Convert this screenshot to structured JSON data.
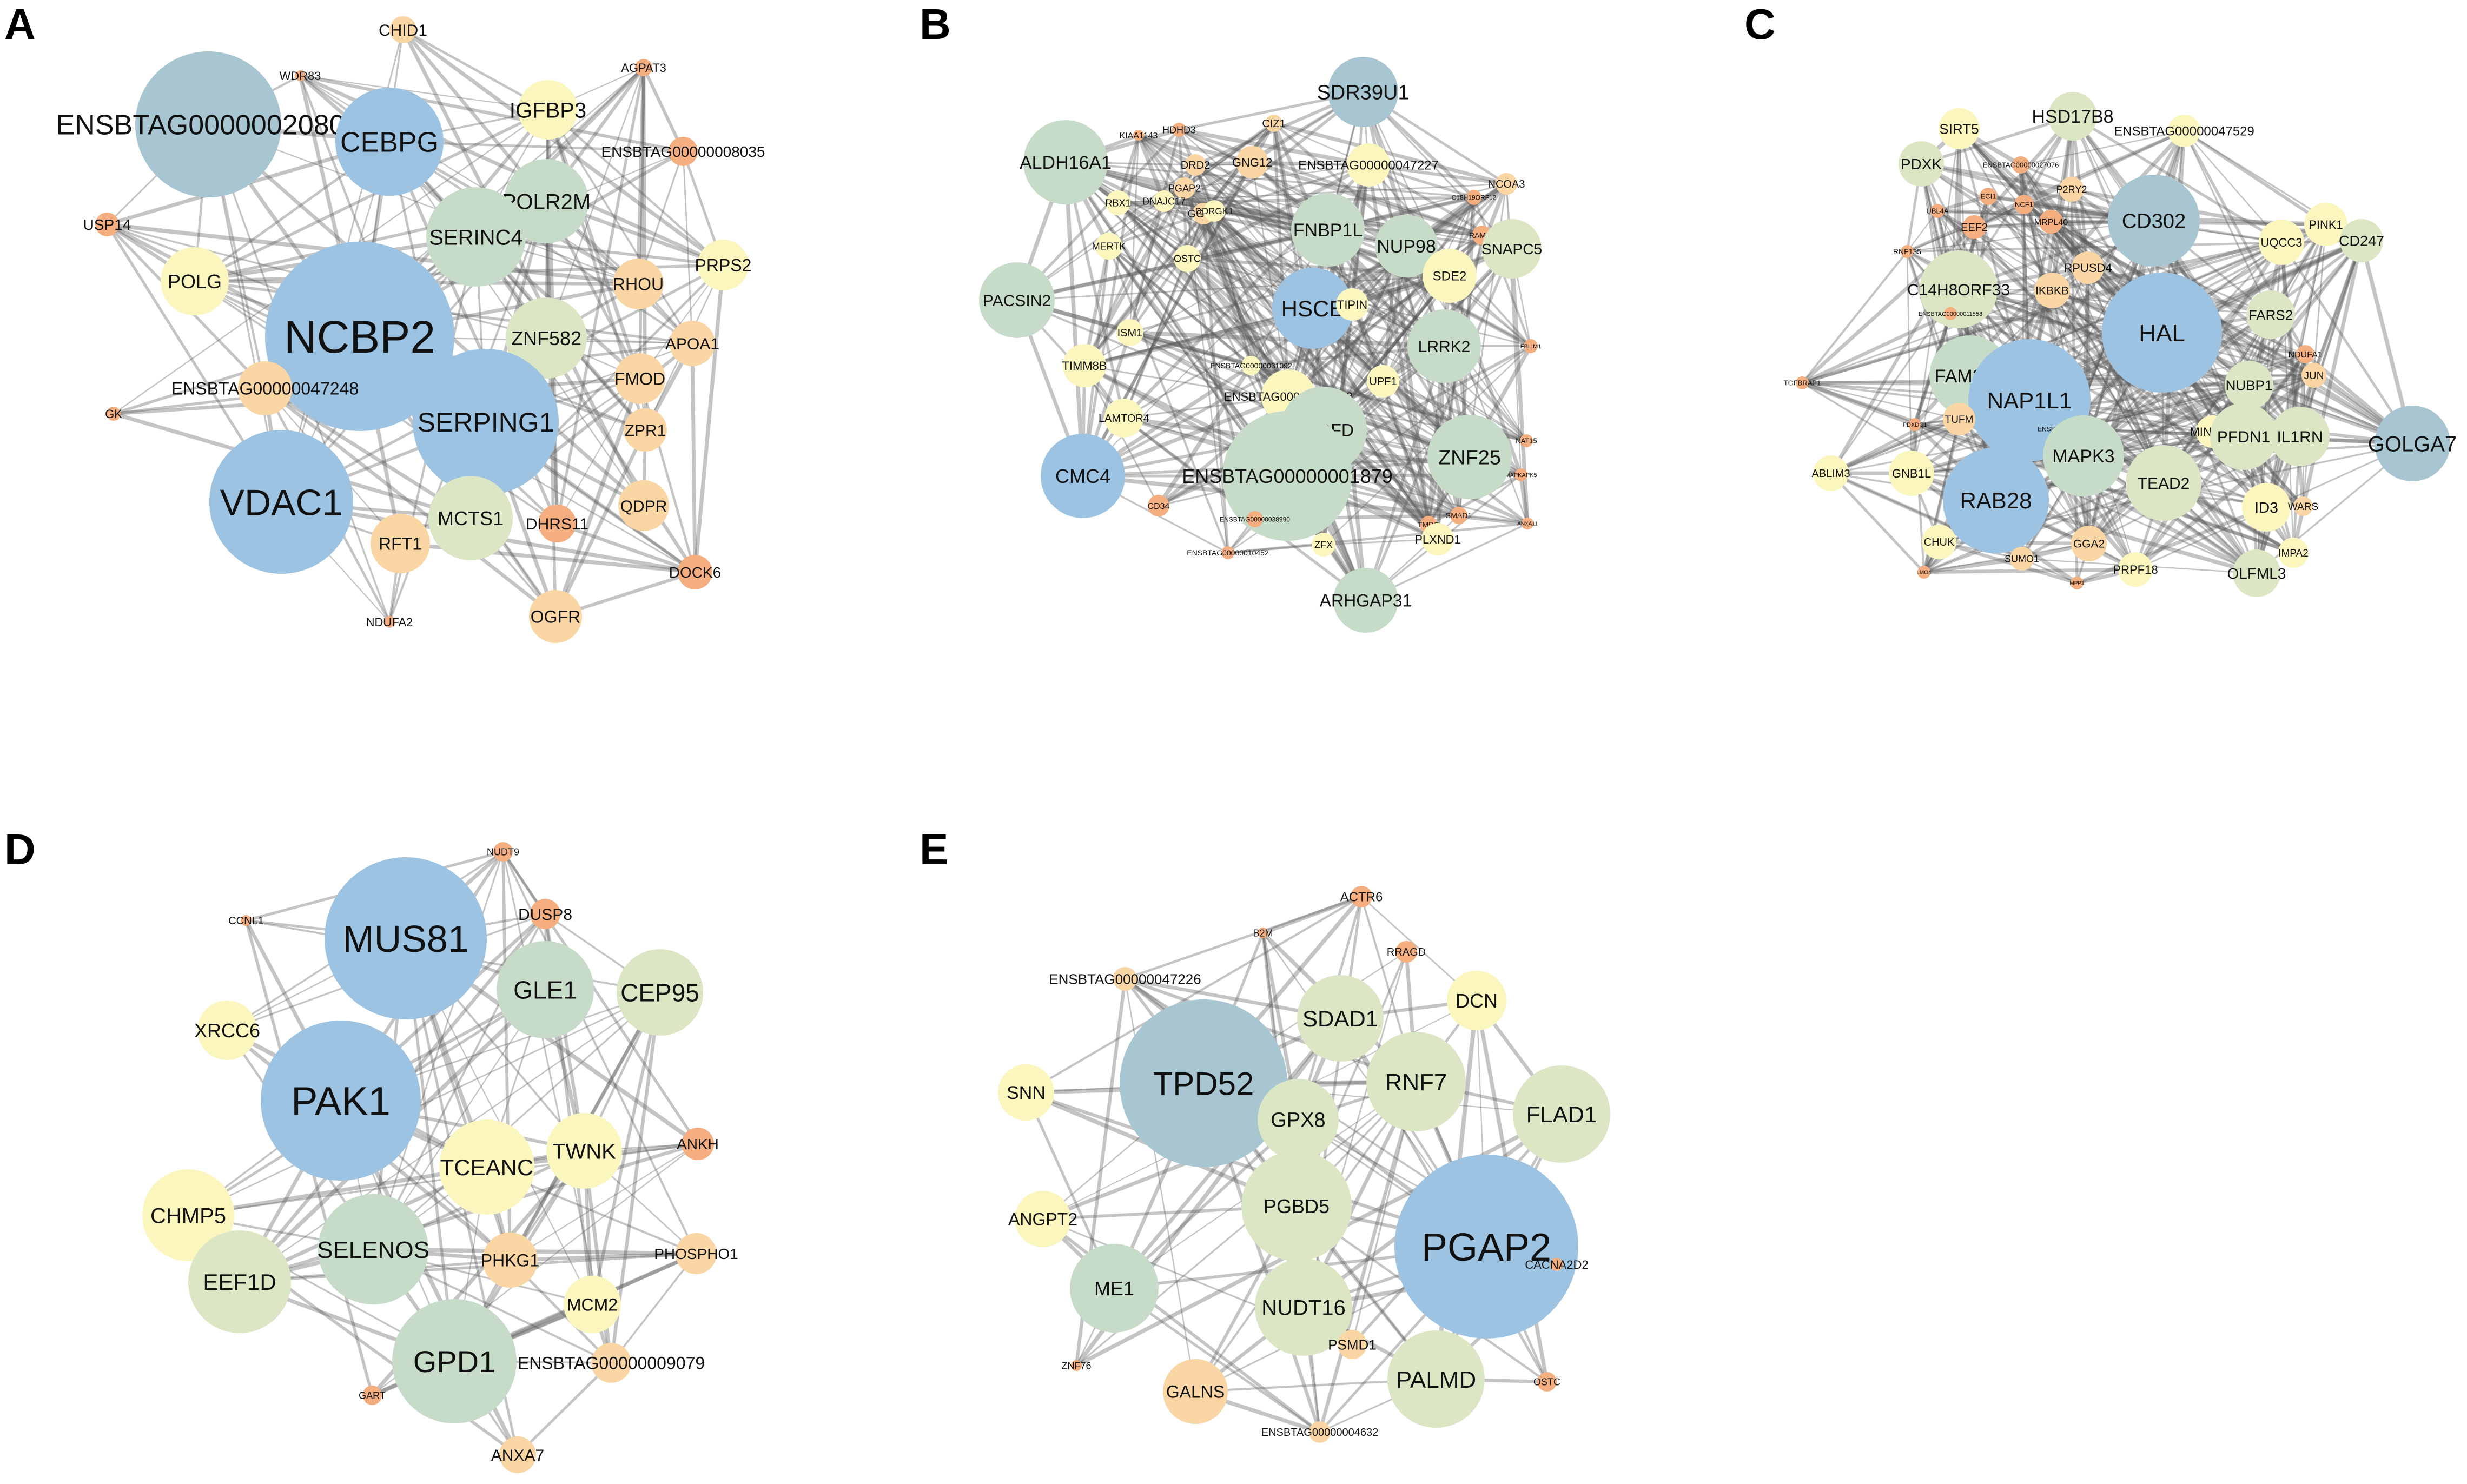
{
  "colors": {
    "blue": "#9dc3e2",
    "slate": "#a8c6d1",
    "sage": "#c7dcc8",
    "green": "#dbe6c4",
    "yellow": "#faf6be",
    "peach": "#fad6a5",
    "orange": "#f4ae7f",
    "edge": "#555555"
  },
  "panels": [
    {
      "id": "A",
      "letter": "A",
      "nodes": [
        {
          "label": "CHID1",
          "c": "peach"
        },
        {
          "label": "WDR83",
          "c": "orange"
        },
        {
          "label": "AGPAT3",
          "c": "orange"
        },
        {
          "label": "ENSBTAG00000020803",
          "c": "slate"
        },
        {
          "label": "CEBPG",
          "c": "blue"
        },
        {
          "label": "IGFBP3",
          "c": "yellow"
        },
        {
          "label": "ENSBTAG00000008035",
          "c": "orange"
        },
        {
          "label": "POLR2M",
          "c": "sage"
        },
        {
          "label": "USP14",
          "c": "orange"
        },
        {
          "label": "SERINC4",
          "c": "sage"
        },
        {
          "label": "PRPS2",
          "c": "yellow"
        },
        {
          "label": "POLG",
          "c": "yellow"
        },
        {
          "label": "RHOU",
          "c": "peach"
        },
        {
          "label": "NCBP2",
          "c": "blue"
        },
        {
          "label": "ZNF582",
          "c": "green"
        },
        {
          "label": "APOA1",
          "c": "peach"
        },
        {
          "label": "ENSBTAG00000047248",
          "c": "peach"
        },
        {
          "label": "FMOD",
          "c": "peach"
        },
        {
          "label": "GK",
          "c": "orange"
        },
        {
          "label": "SERPING1",
          "c": "blue"
        },
        {
          "label": "ZPR1",
          "c": "peach"
        },
        {
          "label": "VDAC1",
          "c": "blue"
        },
        {
          "label": "QDPR",
          "c": "peach"
        },
        {
          "label": "MCTS1",
          "c": "green"
        },
        {
          "label": "DHRS11",
          "c": "orange"
        },
        {
          "label": "RFT1",
          "c": "peach"
        },
        {
          "label": "DOCK6",
          "c": "orange"
        },
        {
          "label": "OGFR",
          "c": "peach"
        },
        {
          "label": "NDUFA2",
          "c": "orange"
        }
      ]
    },
    {
      "id": "B",
      "letter": "B",
      "nodes": [
        {
          "label": "SDR39U1",
          "c": "slate"
        },
        {
          "label": "KIAA1143",
          "c": "orange"
        },
        {
          "label": "HDHD3",
          "c": "orange"
        },
        {
          "label": "CIZ1",
          "c": "peach"
        },
        {
          "label": "ALDH16A1",
          "c": "sage"
        },
        {
          "label": "DRD2",
          "c": "peach"
        },
        {
          "label": "GNG12",
          "c": "peach"
        },
        {
          "label": "ENSBTAG00000047227",
          "c": "yellow"
        },
        {
          "label": "NCOA3",
          "c": "peach"
        },
        {
          "label": "PGAP2",
          "c": "peach"
        },
        {
          "label": "GGCX",
          "c": "peach"
        },
        {
          "label": "C18H19ORF12",
          "c": "orange"
        },
        {
          "label": "FNBP1L",
          "c": "sage"
        },
        {
          "label": "RBX1",
          "c": "yellow"
        },
        {
          "label": "DNAJC17",
          "c": "yellow"
        },
        {
          "label": "DDRGK1",
          "c": "yellow"
        },
        {
          "label": "RAMP3",
          "c": "orange"
        },
        {
          "label": "SNAPC5",
          "c": "green"
        },
        {
          "label": "AGRN",
          "c": "orange"
        },
        {
          "label": "NUP98",
          "c": "sage"
        },
        {
          "label": "SDE2",
          "c": "yellow"
        },
        {
          "label": "PACSIN2",
          "c": "sage"
        },
        {
          "label": "MERTK",
          "c": "yellow"
        },
        {
          "label": "OSTC",
          "c": "yellow"
        },
        {
          "label": "HSCB",
          "c": "blue"
        },
        {
          "label": "ISM1",
          "c": "yellow"
        },
        {
          "label": "TIPIN",
          "c": "yellow"
        },
        {
          "label": "LRRK2",
          "c": "sage"
        },
        {
          "label": "FBLIM1",
          "c": "orange"
        },
        {
          "label": "TIMM8B",
          "c": "yellow"
        },
        {
          "label": "ENSBTAG00000031092",
          "c": "yellow"
        },
        {
          "label": "UPF1",
          "c": "yellow"
        },
        {
          "label": "ENSBTAG00000000483",
          "c": "yellow"
        },
        {
          "label": "NAT15",
          "c": "orange"
        },
        {
          "label": "LAMTOR4",
          "c": "yellow"
        },
        {
          "label": "PDGFD",
          "c": "sage"
        },
        {
          "label": "MAPKAPK5",
          "c": "orange"
        },
        {
          "label": "ZNF25",
          "c": "sage"
        },
        {
          "label": "CMC4",
          "c": "blue"
        },
        {
          "label": "ENSBTAG00000001879",
          "c": "sage"
        },
        {
          "label": "ANXA11",
          "c": "orange"
        },
        {
          "label": "CD34",
          "c": "orange"
        },
        {
          "label": "ENSBTAG00000038990",
          "c": "orange"
        },
        {
          "label": "TMPO",
          "c": "orange"
        },
        {
          "label": "SMAD1",
          "c": "orange"
        },
        {
          "label": "ENSBTAG00000010452",
          "c": "orange"
        },
        {
          "label": "ZFX",
          "c": "yellow"
        },
        {
          "label": "PLXND1",
          "c": "yellow"
        },
        {
          "label": "ARHGAP31",
          "c": "sage"
        }
      ]
    },
    {
      "id": "C",
      "letter": "C",
      "nodes": [
        {
          "label": "HSD17B8",
          "c": "green"
        },
        {
          "label": "SIRT5",
          "c": "yellow"
        },
        {
          "label": "ENSBTAG00000047529",
          "c": "yellow"
        },
        {
          "label": "PDXK",
          "c": "green"
        },
        {
          "label": "ENSBTAG00000027076",
          "c": "orange"
        },
        {
          "label": "P2RY2",
          "c": "peach"
        },
        {
          "label": "UBL4A",
          "c": "orange"
        },
        {
          "label": "ECI1",
          "c": "orange"
        },
        {
          "label": "NCF1",
          "c": "orange"
        },
        {
          "label": "CD302",
          "c": "slate"
        },
        {
          "label": "PINK1",
          "c": "yellow"
        },
        {
          "label": "EEF2",
          "c": "orange"
        },
        {
          "label": "MRPL40",
          "c": "orange"
        },
        {
          "label": "UQCC3",
          "c": "yellow"
        },
        {
          "label": "RNF135",
          "c": "orange"
        },
        {
          "label": "RPUSD4",
          "c": "peach"
        },
        {
          "label": "CD247",
          "c": "green"
        },
        {
          "label": "C14H8ORF33",
          "c": "green"
        },
        {
          "label": "IKBKB",
          "c": "peach"
        },
        {
          "label": "HAL",
          "c": "blue"
        },
        {
          "label": "FARS2",
          "c": "green"
        },
        {
          "label": "ENSBTAG00000011558",
          "c": "orange"
        },
        {
          "label": "NDUFA1",
          "c": "orange"
        },
        {
          "label": "JUN",
          "c": "peach"
        },
        {
          "label": "TGFBRAP1",
          "c": "orange"
        },
        {
          "label": "FAM20A",
          "c": "sage"
        },
        {
          "label": "NAP1L1",
          "c": "blue"
        },
        {
          "label": "NUBP1",
          "c": "green"
        },
        {
          "label": "PDXDC1",
          "c": "orange"
        },
        {
          "label": "ENSBTAG00000032050",
          "c": "orange"
        },
        {
          "label": "TUFM",
          "c": "peach"
        },
        {
          "label": "MINDY1",
          "c": "yellow"
        },
        {
          "label": "PFDN1",
          "c": "green"
        },
        {
          "label": "IL1RN",
          "c": "green"
        },
        {
          "label": "GOLGA7",
          "c": "slate"
        },
        {
          "label": "ABLIM3",
          "c": "yellow"
        },
        {
          "label": "GNB1L",
          "c": "yellow"
        },
        {
          "label": "MAPK3",
          "c": "sage"
        },
        {
          "label": "TEAD2",
          "c": "green"
        },
        {
          "label": "RAB28",
          "c": "blue"
        },
        {
          "label": "ID3",
          "c": "yellow"
        },
        {
          "label": "WARS",
          "c": "peach"
        },
        {
          "label": "CHUK",
          "c": "yellow"
        },
        {
          "label": "GGA2",
          "c": "peach"
        },
        {
          "label": "IMPA2",
          "c": "yellow"
        },
        {
          "label": "SUMO1",
          "c": "peach"
        },
        {
          "label": "PRPF18",
          "c": "yellow"
        },
        {
          "label": "OLFML3",
          "c": "green"
        },
        {
          "label": "LMO4",
          "c": "orange"
        },
        {
          "label": "MPP3",
          "c": "orange"
        }
      ]
    },
    {
      "id": "D",
      "letter": "D",
      "nodes": [
        {
          "label": "NUDT9",
          "c": "orange"
        },
        {
          "label": "DUSP8",
          "c": "orange"
        },
        {
          "label": "CCNL1",
          "c": "orange"
        },
        {
          "label": "MUS81",
          "c": "blue"
        },
        {
          "label": "CEP95",
          "c": "green"
        },
        {
          "label": "XRCC6",
          "c": "yellow"
        },
        {
          "label": "GLE1",
          "c": "sage"
        },
        {
          "label": "PAK1",
          "c": "blue"
        },
        {
          "label": "ANKH",
          "c": "orange"
        },
        {
          "label": "TWNK",
          "c": "yellow"
        },
        {
          "label": "TCEANC",
          "c": "yellow"
        },
        {
          "label": "CHMP5",
          "c": "yellow"
        },
        {
          "label": "SELENOS",
          "c": "sage"
        },
        {
          "label": "PHOSPHO1",
          "c": "peach"
        },
        {
          "label": "PHKG1",
          "c": "peach"
        },
        {
          "label": "EEF1D",
          "c": "green"
        },
        {
          "label": "MCM2",
          "c": "yellow"
        },
        {
          "label": "GPD1",
          "c": "sage"
        },
        {
          "label": "ENSBTAG00000009079",
          "c": "peach"
        },
        {
          "label": "GART",
          "c": "orange"
        },
        {
          "label": "ANXA7",
          "c": "peach"
        }
      ]
    },
    {
      "id": "E",
      "letter": "E",
      "nodes": [
        {
          "label": "ACTR6",
          "c": "orange"
        },
        {
          "label": "B2M",
          "c": "orange"
        },
        {
          "label": "RRAGD",
          "c": "orange"
        },
        {
          "label": "ENSBTAG00000047226",
          "c": "peach"
        },
        {
          "label": "DCN",
          "c": "yellow"
        },
        {
          "label": "SDAD1",
          "c": "green"
        },
        {
          "label": "SNN",
          "c": "yellow"
        },
        {
          "label": "TPD52",
          "c": "slate"
        },
        {
          "label": "RNF7",
          "c": "green"
        },
        {
          "label": "FLAD1",
          "c": "green"
        },
        {
          "label": "GPX8",
          "c": "green"
        },
        {
          "label": "ANGPT2",
          "c": "yellow"
        },
        {
          "label": "PGBD5",
          "c": "green"
        },
        {
          "label": "PGAP2",
          "c": "blue"
        },
        {
          "label": "CACNA2D2",
          "c": "orange"
        },
        {
          "label": "ME1",
          "c": "sage"
        },
        {
          "label": "NUDT16",
          "c": "green"
        },
        {
          "label": "PSMD1",
          "c": "peach"
        },
        {
          "label": "PALMD",
          "c": "green"
        },
        {
          "label": "ZNF76",
          "c": "orange"
        },
        {
          "label": "GALNS",
          "c": "peach"
        },
        {
          "label": "OSTC",
          "c": "orange"
        },
        {
          "label": "ENSBTAG00000004632",
          "c": "peach"
        }
      ]
    }
  ]
}
